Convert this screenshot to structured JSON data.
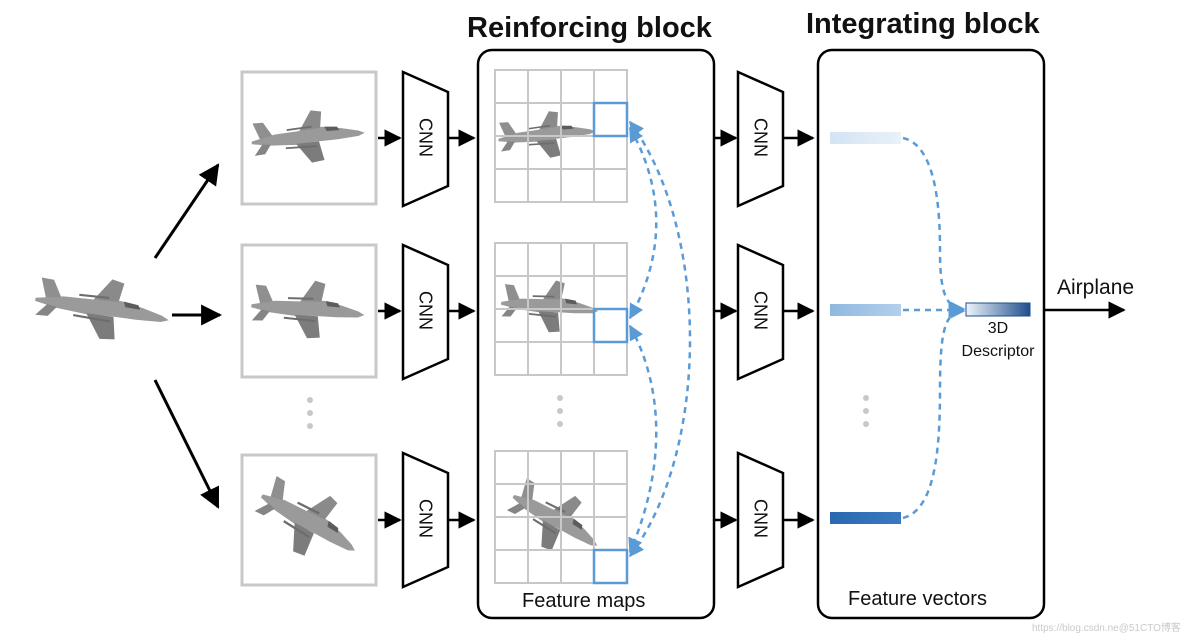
{
  "titles": {
    "reinforcing": "Reinforcing block",
    "integrating": "Integrating block"
  },
  "captions": {
    "feature_maps": "Feature maps",
    "feature_vectors": "Feature vectors"
  },
  "cnn_label": "CNN",
  "descriptor": {
    "line1": "3D",
    "line2": "Descriptor"
  },
  "output_label": "Airplane",
  "watermark": "https://blog.csdn.ne@51CTO博客",
  "icons": {
    "input_model": "airplane-3d-model-icon",
    "view_images": "airplane-view-icon",
    "ellipsis": "vertical-ellipsis-icon"
  },
  "colors": {
    "dashed_arrows": "#5b9bd5",
    "highlight_cell": "#5b9bd5",
    "vector_light": "#dce9f5",
    "vector_mid": "#9dc3e6",
    "vector_dark": "#2e6cb5",
    "descriptor_start": "#e8f0f9",
    "descriptor_end": "#1f4e8c",
    "view_border": "#c8c8c8",
    "block_border": "#000000"
  }
}
